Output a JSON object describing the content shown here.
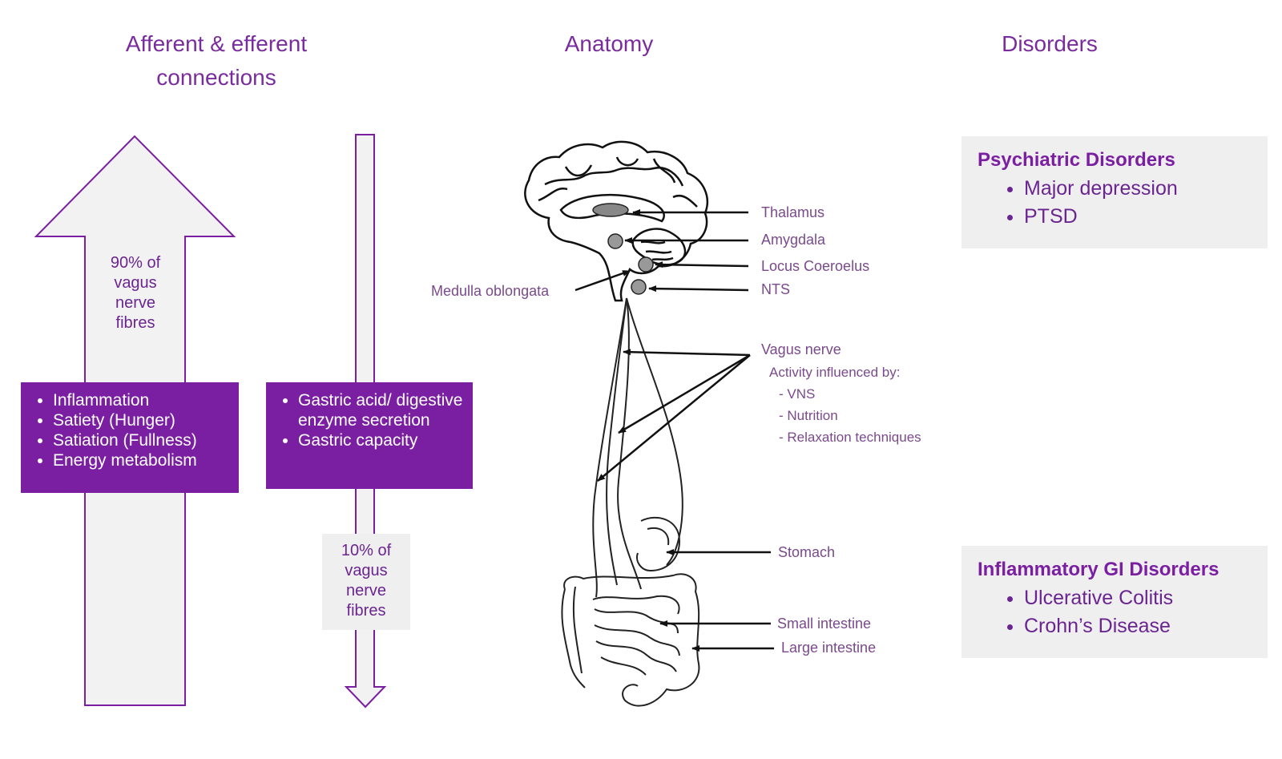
{
  "headers": {
    "left": [
      "Afferent & efferent",
      "connections"
    ],
    "middle": "Anatomy",
    "right": "Disorders"
  },
  "afferent": {
    "percent_text": [
      "90% of",
      "vagus",
      "nerve",
      "fibres"
    ],
    "items": [
      "Inflammation",
      "Satiety (Hunger)",
      "Satiation (Fullness)",
      "Energy metabolism"
    ]
  },
  "efferent": {
    "percent_text": [
      "10% of",
      "vagus",
      "nerve",
      "fibres"
    ],
    "items": [
      "Gastric acid/ digestive enzyme secretion",
      "Gastric capacity"
    ]
  },
  "anatomy": {
    "thalamus": "Thalamus",
    "amygdala": "Amygdala",
    "locus": "Locus Coeroelus",
    "nts": "NTS",
    "medulla": "Medulla oblongata",
    "vagus": "Vagus nerve",
    "activity": "Activity influenced by:",
    "vns": "- VNS",
    "nutrition": "- Nutrition",
    "relaxation": "- Relaxation techniques",
    "stomach": "Stomach",
    "small_intestine": "Small intestine",
    "large_intestine": "Large intestine"
  },
  "disorders": {
    "psychiatric": {
      "title": "Psychiatric Disorders",
      "items": [
        "Major depression",
        "PTSD"
      ]
    },
    "inflammatory": {
      "title": "Inflammatory GI Disorders",
      "items": [
        "Ulcerative Colitis",
        "Crohn’s Disease"
      ]
    }
  },
  "colors": {
    "purple": "#7b1fa2",
    "header_purple": "#7a2c9e",
    "arrow_fill": "#f2f2f2",
    "box_grey": "#efefef"
  }
}
